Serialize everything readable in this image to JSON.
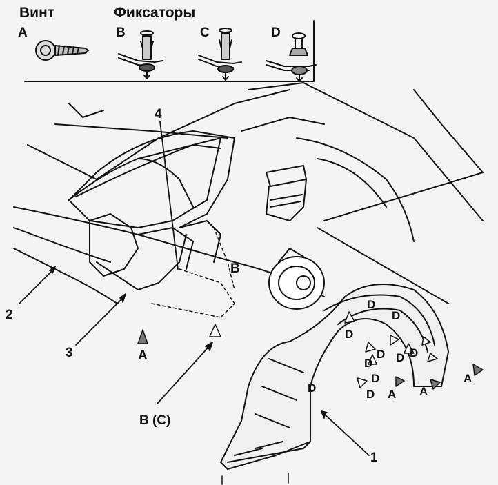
{
  "legend": {
    "screw_title": "Винт",
    "clips_title": "Фиксаторы",
    "items": [
      {
        "letter": "A"
      },
      {
        "letter": "B"
      },
      {
        "letter": "C"
      },
      {
        "letter": "D"
      }
    ]
  },
  "callouts": {
    "n1": "1",
    "n2": "2",
    "n3": "3",
    "n4": "4",
    "a_front": "A",
    "b_top": "B",
    "bc": "B (C)",
    "d": "D",
    "a": "A"
  },
  "colors": {
    "ink": "#111111",
    "paper": "#f4f4f2",
    "marker_fill": "#777777"
  }
}
